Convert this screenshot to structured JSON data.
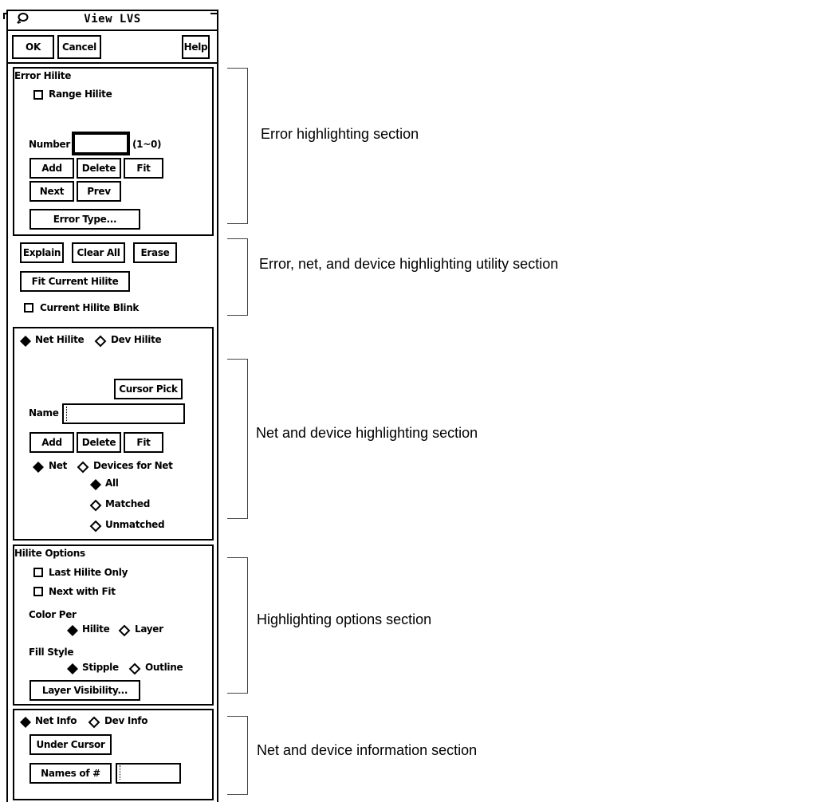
{
  "window": {
    "title": "View LVS",
    "title_icon": "lasso-icon"
  },
  "toolbar": {
    "ok_label": "OK",
    "cancel_label": "Cancel",
    "help_label": "Help"
  },
  "error_hilite": {
    "title": "Error Hilite",
    "range_hilite": {
      "label": "Range Hilite",
      "checked": false
    },
    "number_label": "Number",
    "number_value": "",
    "number_range": "(1~0)",
    "add_label": "Add",
    "delete_label": "Delete",
    "fit_label": "Fit",
    "next_label": "Next",
    "prev_label": "Prev",
    "error_type_label": "Error Type..."
  },
  "utility": {
    "explain_label": "Explain",
    "clear_all_label": "Clear All",
    "erase_label": "Erase",
    "fit_current_label": "Fit Current Hilite",
    "blink": {
      "label": "Current Hilite Blink",
      "checked": false
    }
  },
  "net_dev_hilite": {
    "mode_options": [
      {
        "label": "Net Hilite",
        "selected": true
      },
      {
        "label": "Dev Hilite",
        "selected": false
      }
    ],
    "cursor_pick_label": "Cursor Pick",
    "name_label": "Name",
    "name_value": "",
    "add_label": "Add",
    "delete_label": "Delete",
    "fit_label": "Fit",
    "target_options": [
      {
        "label": "Net",
        "selected": true
      },
      {
        "label": "Devices for Net",
        "selected": false
      }
    ],
    "device_filter_options": [
      {
        "label": "All",
        "selected": true
      },
      {
        "label": "Matched",
        "selected": false
      },
      {
        "label": "Unmatched",
        "selected": false
      }
    ]
  },
  "hilite_options": {
    "title": "Hilite Options",
    "last_hilite_only": {
      "label": "Last Hilite Only",
      "checked": false
    },
    "next_with_fit": {
      "label": "Next with Fit",
      "checked": false
    },
    "color_per_label": "Color Per",
    "color_per_options": [
      {
        "label": "Hilite",
        "selected": true
      },
      {
        "label": "Layer",
        "selected": false
      }
    ],
    "fill_style_label": "Fill Style",
    "fill_style_options": [
      {
        "label": "Stipple",
        "selected": true
      },
      {
        "label": "Outline",
        "selected": false
      }
    ],
    "layer_visibility_label": "Layer Visibility..."
  },
  "info": {
    "mode_options": [
      {
        "label": "Net Info",
        "selected": true
      },
      {
        "label": "Dev Info",
        "selected": false
      }
    ],
    "under_cursor_label": "Under Cursor",
    "names_of_label": "Names of #",
    "names_of_value": ""
  },
  "annotations": [
    "Error highlighting section",
    "Error, net, and device highlighting utility section",
    "Net and device highlighting section",
    "Highlighting options section",
    "Net and device information section"
  ]
}
